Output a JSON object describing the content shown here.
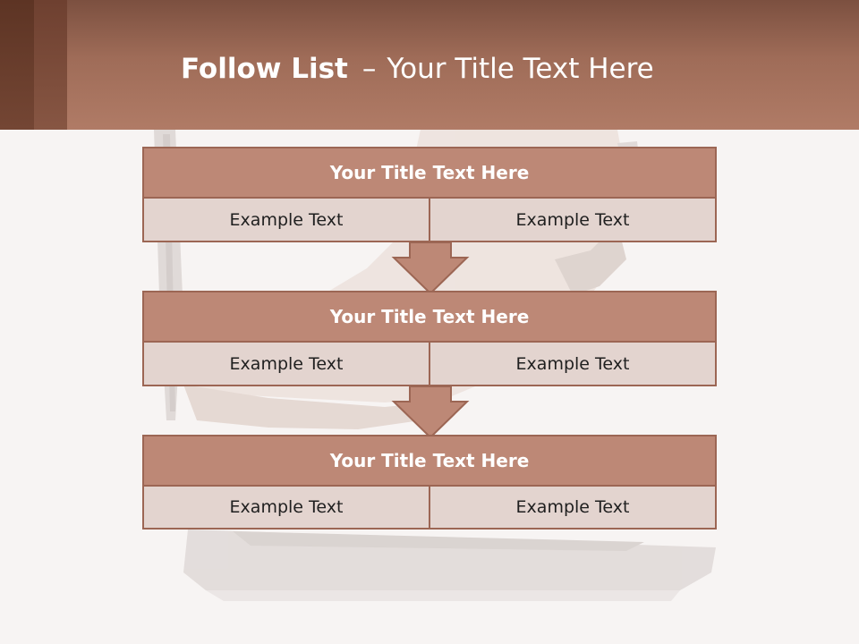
{
  "slide": {
    "title_bold": "Follow List",
    "title_separator": "–",
    "title_rest": "Your Title Text Here"
  },
  "blocks": [
    {
      "title": "Your Title Text Here",
      "left": "Example Text",
      "right": "Example Text"
    },
    {
      "title": "Your Title Text Here",
      "left": "Example Text",
      "right": "Example Text"
    },
    {
      "title": "Your Title Text Here",
      "left": "Example Text",
      "right": "Example Text"
    }
  ],
  "colors": {
    "header": "#a8735e",
    "block_title_fill": "#bd8876",
    "cell_fill": "#e3d4cf",
    "border": "#9c6654",
    "background": "#f7f4f3"
  }
}
